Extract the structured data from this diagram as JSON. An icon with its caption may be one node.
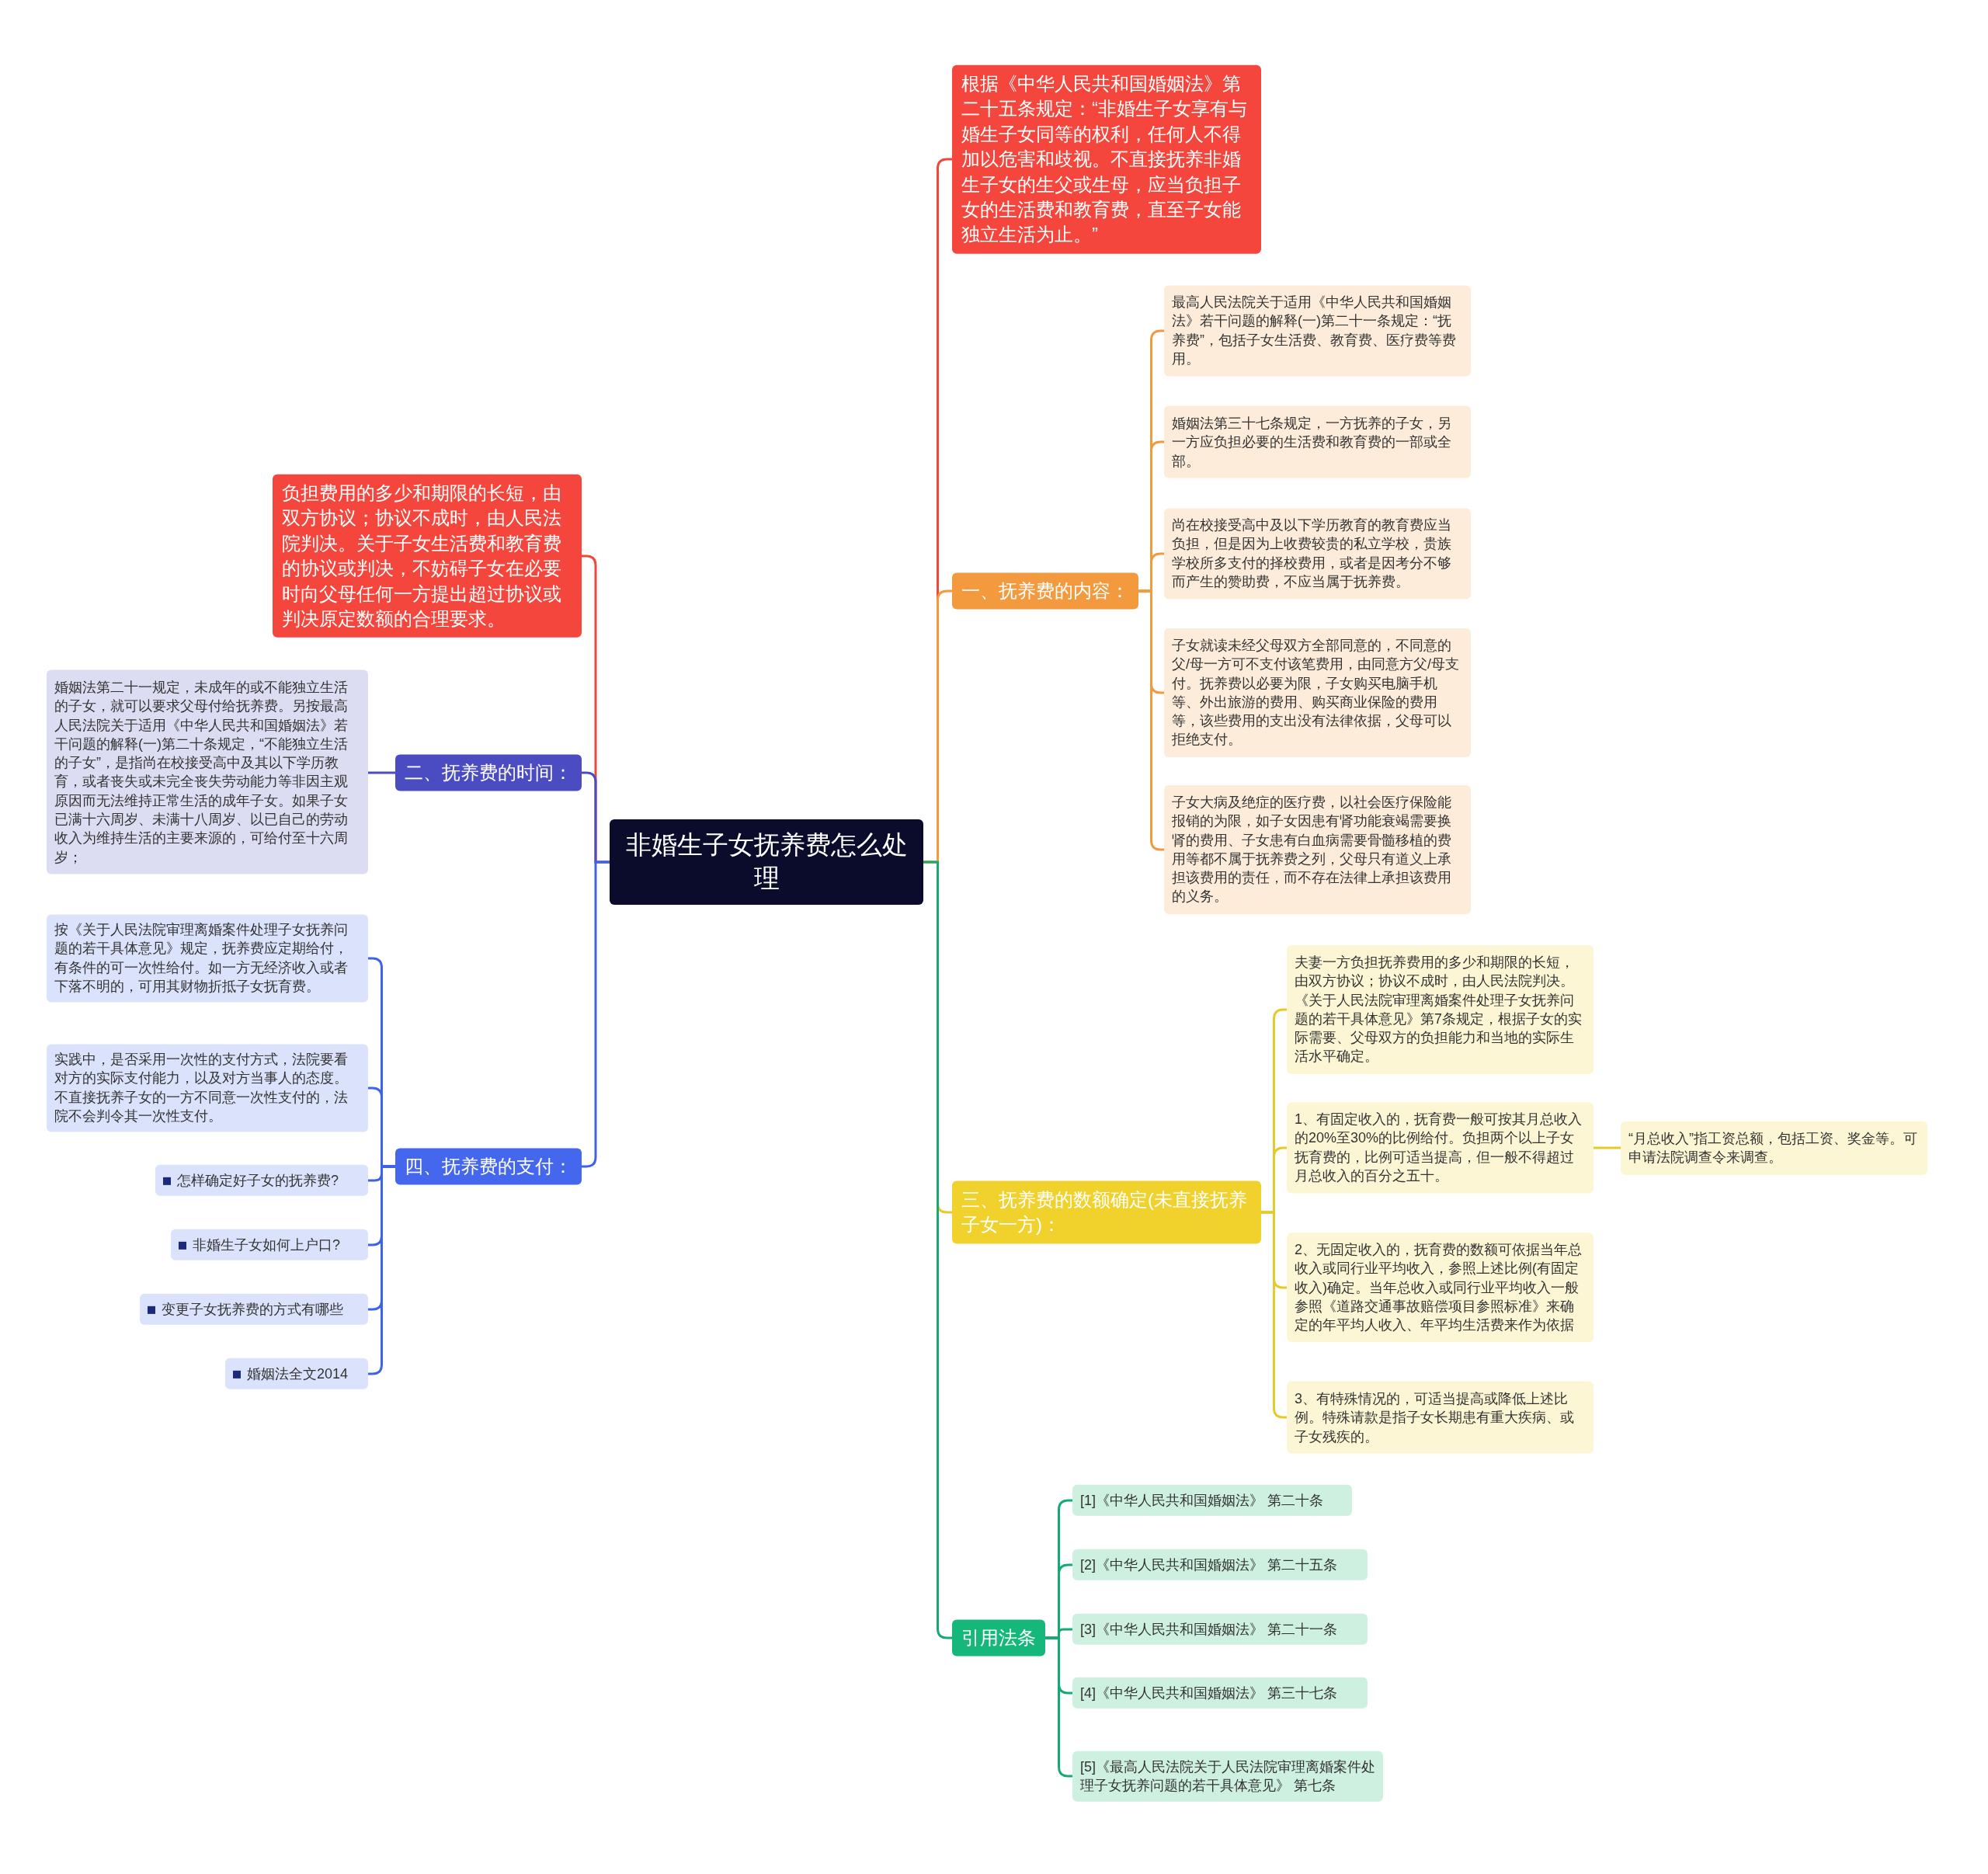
{
  "diagram": {
    "nodes": [
      {
        "text": [
          "非婚生子女抚养费怎么处理"
        ]
      },
      {
        "text": [
          "根据《中华人民共和国婚姻法》第二十五条规定：“非婚生子女享有与婚生子女同等的权利，任何人不得加以危害和歧视。不直接抚养非婚生子女的生父或生母，应当负担子女的生活费和教育费，直至子女能独立生活为止。”"
        ]
      },
      {
        "text": [
          "一、抚养费的内容："
        ]
      },
      {
        "text": [
          "最高人民法院关于适用《中华人民共和国婚姻法》若干问题的解释(一)第二十一条规定：“抚养费”，包括子女生活费、教育费、医疗费等费用。"
        ]
      },
      {
        "text": [
          "婚姻法第三十七条规定，一方抚养的子女，另一方应负担必要的生活费和教育费的一部或全部。"
        ]
      },
      {
        "text": [
          "尚在校接受高中及以下学历教育的教育费应当负担，但是因为上收费较贵的私立学校，贵族学校所多支付的择校费用，或者是因考分不够而产生的赞助费，不应当属于抚养费。"
        ]
      },
      {
        "text": [
          "子女就读未经父母双方全部同意的，不同意的父/母一方可不支付该笔费用，由同意方父/母支付。抚养费以必要为限，子女购买电脑手机等、外出旅游的费用、购买商业保险的费用等，该些费用的支出没有法律依据，父母可以拒绝支付。"
        ]
      },
      {
        "text": [
          "子女大病及绝症的医疗费，以社会医疗保险能报销的为限，如子女因患有肾功能衰竭需要换肾的费用、子女患有白血病需要骨髓移植的费用等都不属于抚养费之列，父母只有道义上承担该费用的责任，而不存在法律上承担该费用的义务。"
        ]
      },
      {
        "text": [
          "三、抚养费的数额确定(未直接抚养子女一方)："
        ]
      },
      {
        "text": [
          "夫妻一方负担抚养费用的多少和期限的长短，由双方协议；协议不成时，由人民法院判决。《关于人民法院审理离婚案件处理子女抚养问题的若干具体意见》第7条规定，根据子女的实际需要、父母双方的负担能力和当地的实际生活水平确定。"
        ]
      },
      {
        "text": [
          "1、有固定收入的，抚育费一般可按其月总收入的20%至30%的比例给付。负担两个以上子女抚育费的，比例可适当提高，但一般不得超过月总收入的百分之五十。"
        ]
      },
      {
        "text": [
          "2、无固定收入的，抚育费的数额可依据当年总收入或同行业平均收入，参照上述比例(有固定收入)确定。当年总收入或同行业平均收入一般参照《道路交通事故赔偿项目参照标准》来确定的年平均人收入、年平均生活费来作为依据"
        ]
      },
      {
        "text": [
          "3、有特殊情况的，可适当提高或降低上述比例。特殊请款是指子女长期患有重大疾病、或子女残疾的。"
        ]
      },
      {
        "text": [
          "“月总收入”指工资总额，包括工资、奖金等。可申请法院调查令来调查。"
        ]
      },
      {
        "text": [
          "引用法条"
        ]
      },
      {
        "text": [
          "[1]《中华人民共和国婚姻法》 第二十条"
        ]
      },
      {
        "text": [
          "[2]《中华人民共和国婚姻法》 第二十五条"
        ]
      },
      {
        "text": [
          "[3]《中华人民共和国婚姻法》 第二十一条"
        ]
      },
      {
        "text": [
          "[4]《中华人民共和国婚姻法》 第三十七条"
        ]
      },
      {
        "text": [
          "[5]《最高人民法院关于人民法院审理离婚案件处理子女抚养问题的若干具体意见》 第七条"
        ]
      },
      {
        "text": [
          "负担费用的多少和期限的长短，由双方协议；协议不成时，由人民法院判决。关于子女生活费和教育费的协议或判决，不妨碍子女在必要时向父母任何一方提出超过协议或判决原定数额的合理要求。"
        ]
      },
      {
        "text": [
          "二、抚养费的时间："
        ]
      },
      {
        "text": [
          "婚姻法第二十一规定，未成年的或不能独立生活的子女，就可以要求父母付给抚养费。另按最高人民法院关于适用《中华人民共和国婚姻法》若干问题的解释(一)第二十条规定，“不能独立生活的子女”，是指尚在校接受高中及其以下学历教育，或者丧失或未完全丧失劳动能力等非因主观原因而无法维持正常生活的成年子女。如果子女已满十六周岁、未满十八周岁、以已自己的劳动收入为维持生活的主要来源的，可给付至十六周岁；"
        ]
      },
      {
        "text": [
          "四、抚养费的支付："
        ]
      },
      {
        "text": [
          "按《关于人民法院审理离婚案件处理子女抚养问题的若干具体意见》规定，抚养费应定期给付，有条件的可一次性给付。如一方无经济收入或者下落不明的，可用其财物折抵子女抚育费。"
        ]
      },
      {
        "text": [
          "实践中，是否采用一次性的支付方式，法院要看对方的实际支付能力，以及对方当事人的态度。不直接抚养子女的一方不同意一次性支付的，法院不会判令其一次性支付。"
        ]
      },
      {
        "text": [
          "怎样确定好子女的抚养费?"
        ]
      },
      {
        "text": [
          "非婚生子女如何上户口?"
        ]
      },
      {
        "text": [
          "变更子女抚养费的方式有哪些"
        ]
      },
      {
        "text": [
          "婚姻法全文2014"
        ]
      }
    ],
    "edges": [
      {
        "from": 0,
        "to": 1,
        "arrow": "none",
        "color": "#f2463c"
      },
      {
        "from": 0,
        "to": 2,
        "arrow": "none",
        "color": "#f39a3e"
      },
      {
        "from": 2,
        "to": 3,
        "arrow": "none",
        "color": "#f39a3e"
      },
      {
        "from": 2,
        "to": 4,
        "arrow": "none",
        "color": "#f39a3e"
      },
      {
        "from": 2,
        "to": 5,
        "arrow": "none",
        "color": "#f39a3e"
      },
      {
        "from": 2,
        "to": 6,
        "arrow": "none",
        "color": "#f39a3e"
      },
      {
        "from": 2,
        "to": 7,
        "arrow": "none",
        "color": "#f39a3e"
      },
      {
        "from": 0,
        "to": 8,
        "arrow": "none",
        "color": "#e8c92a"
      },
      {
        "from": 8,
        "to": 9,
        "arrow": "none",
        "color": "#e8c92a"
      },
      {
        "from": 8,
        "to": 10,
        "arrow": "none",
        "color": "#e8c92a"
      },
      {
        "from": 8,
        "to": 11,
        "arrow": "none",
        "color": "#e8c92a"
      },
      {
        "from": 8,
        "to": 12,
        "arrow": "none",
        "color": "#e8c92a"
      },
      {
        "from": 10,
        "to": 13,
        "arrow": "none",
        "color": "#e8c92a"
      },
      {
        "from": 0,
        "to": 14,
        "arrow": "none",
        "color": "#16a974"
      },
      {
        "from": 14,
        "to": 15,
        "arrow": "none",
        "color": "#16a974"
      },
      {
        "from": 14,
        "to": 16,
        "arrow": "none",
        "color": "#16a974"
      },
      {
        "from": 14,
        "to": 17,
        "arrow": "none",
        "color": "#16a974"
      },
      {
        "from": 14,
        "to": 18,
        "arrow": "none",
        "color": "#16a974"
      },
      {
        "from": 14,
        "to": 19,
        "arrow": "none",
        "color": "#16a974"
      },
      {
        "from": 0,
        "to": 20,
        "arrow": "none",
        "color": "#f2463c"
      },
      {
        "from": 0,
        "to": 21,
        "arrow": "none",
        "color": "#4c4cc2"
      },
      {
        "from": 21,
        "to": 22,
        "arrow": "none",
        "color": "#4c4cc2"
      },
      {
        "from": 0,
        "to": 23,
        "arrow": "none",
        "color": "#3f63e6"
      },
      {
        "from": 23,
        "to": 24,
        "arrow": "none",
        "color": "#3f63e6"
      },
      {
        "from": 23,
        "to": 25,
        "arrow": "none",
        "color": "#3f63e6"
      },
      {
        "from": 23,
        "to": 26,
        "arrow": "none",
        "color": "#3f63e6"
      },
      {
        "from": 23,
        "to": 27,
        "arrow": "none",
        "color": "#3f63e6"
      },
      {
        "from": 23,
        "to": 28,
        "arrow": "none",
        "color": "#3f63e6"
      },
      {
        "from": 23,
        "to": 29,
        "arrow": "none",
        "color": "#3f63e6"
      }
    ]
  }
}
